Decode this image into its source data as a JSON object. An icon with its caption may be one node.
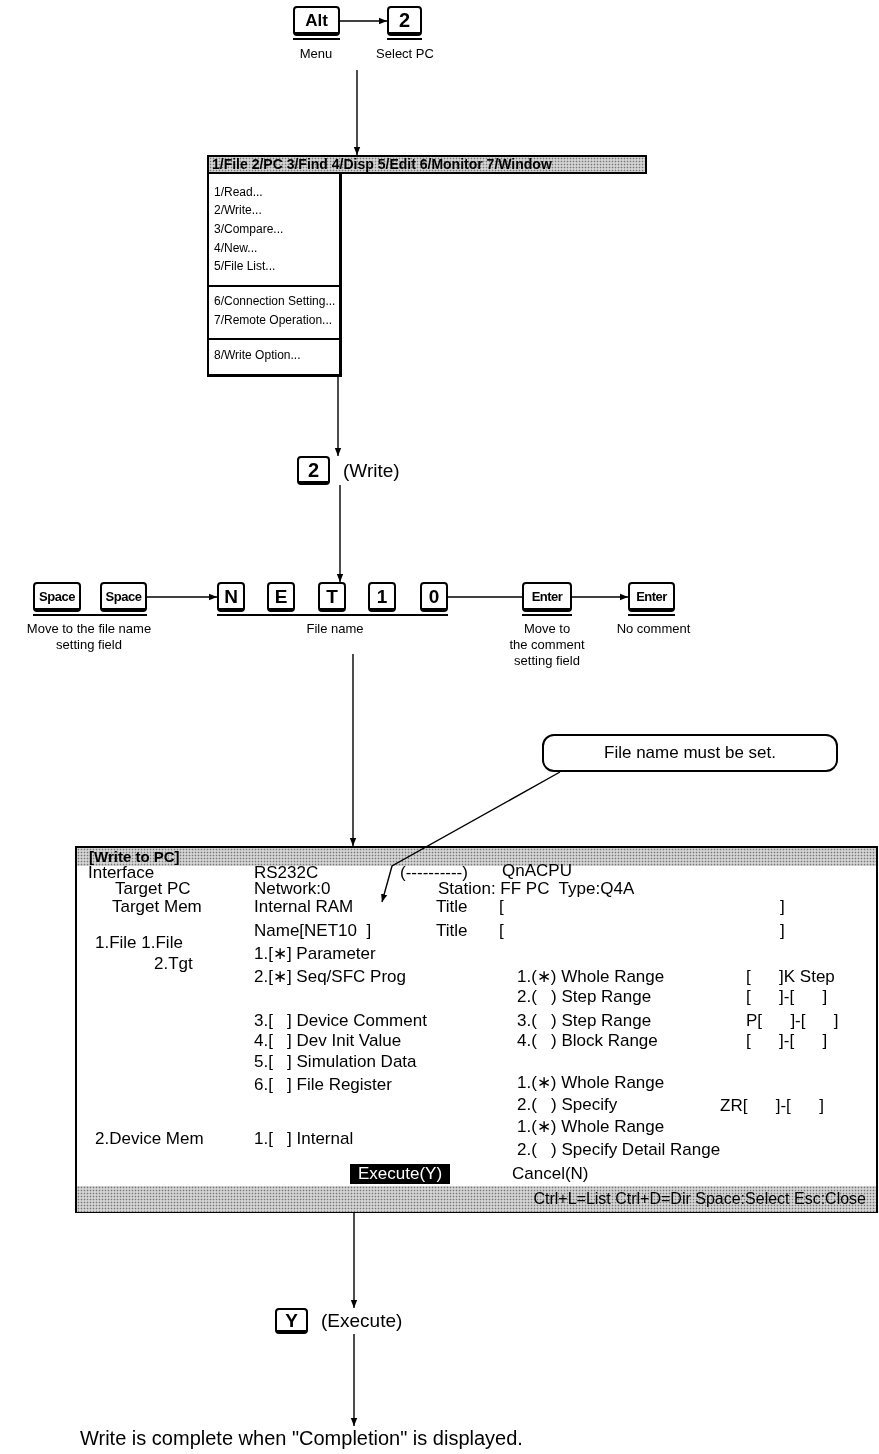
{
  "diagram": {
    "nodes": [
      {
        "text": [
          "Alt"
        ],
        "beside": [
          "Menu"
        ]
      },
      {
        "text": [
          "2"
        ],
        "beside": [
          "Select PC"
        ]
      },
      {
        "text": [
          "1/File 2/PC 3/Find 4/Disp 5/Edit 6/Monitor 7/Window"
        ]
      },
      {
        "text": [
          "1/Read...",
          "2/Write...",
          "3/Compare...",
          "4/New...",
          "5/File List...",
          "6/Connection Setting...",
          "7/Remote Operation...",
          "8/Write Option..."
        ]
      },
      {
        "text": [
          "2"
        ],
        "beside": [
          "(Write)"
        ]
      },
      {
        "text": [
          "Space"
        ]
      },
      {
        "text": [
          "Space"
        ]
      },
      {
        "text": [
          "N"
        ]
      },
      {
        "text": [
          "E"
        ]
      },
      {
        "text": [
          "T"
        ]
      },
      {
        "text": [
          "1"
        ]
      },
      {
        "text": [
          "0"
        ]
      },
      {
        "text": [
          "Enter"
        ],
        "beside": [
          "Move to the comment setting field"
        ]
      },
      {
        "text": [
          "Enter"
        ],
        "beside": [
          "No comment"
        ]
      },
      {
        "text": [
          "File name must be set."
        ]
      },
      {
        "text": [
          "[Write to PC]"
        ]
      },
      {
        "text": [
          "Y"
        ],
        "beside": [
          "(Execute)"
        ]
      },
      {
        "text": [
          "Write is complete when \"Completion\" is displayed."
        ]
      }
    ],
    "edges": [
      {
        "from": 0,
        "to": 1,
        "arrow": "to"
      },
      {
        "from": null,
        "to": 2,
        "arrow": "to"
      },
      {
        "from": 3,
        "to": 4,
        "arrow": "to"
      },
      {
        "from": 4,
        "to": 9,
        "arrow": "to"
      },
      {
        "from": 6,
        "to": 7,
        "arrow": "to"
      },
      {
        "from": 11,
        "to": 12,
        "arrow": "none"
      },
      {
        "from": 12,
        "to": 13,
        "arrow": "to"
      },
      {
        "from": null,
        "to": 15,
        "arrow": "to"
      },
      {
        "from": 14,
        "to": 15,
        "arrow": "to"
      },
      {
        "from": 15,
        "to": 16,
        "arrow": "to"
      },
      {
        "from": 16,
        "to": 17,
        "arrow": "to"
      }
    ],
    "labels": [
      "Move to the file name setting field",
      "File name",
      "Interface",
      "RS232C",
      "(----------)",
      "QnACPU",
      "Target PC",
      "Network:0",
      "Station: FF PC  Type:Q4A",
      "Target Mem",
      "Internal RAM",
      "Title",
      "[",
      "]",
      "Name[NET10  ]",
      "Title",
      "[",
      "]",
      "1.File 1.File",
      "1.[∗] Parameter",
      "2.Tgt",
      "2.[∗] Seq/SFC Prog",
      "1.(∗) Whole Range",
      "[      ]K Step",
      "2.(   ) Step Range",
      "[      ]-[      ]",
      "3.[   ] Device Comment",
      "3.(   ) Step Range",
      "P[      ]-[      ]",
      "4.[   ] Dev Init Value",
      "4.(   ) Block Range",
      "[      ]-[      ]",
      "5.[   ] Simulation Data",
      "6.[   ] File Register",
      "1.(∗) Whole Range",
      "2.(   ) Specify",
      "ZR[      ]-[      ]",
      "1.(∗) Whole Range",
      "2.Device Mem",
      "1.[   ] Internal",
      "2.(   ) Specify Detail Range",
      "Execute(Y)",
      "Cancel(N)",
      "Ctrl+L=List Ctrl+D=Dir Space:Select Esc:Close"
    ]
  }
}
